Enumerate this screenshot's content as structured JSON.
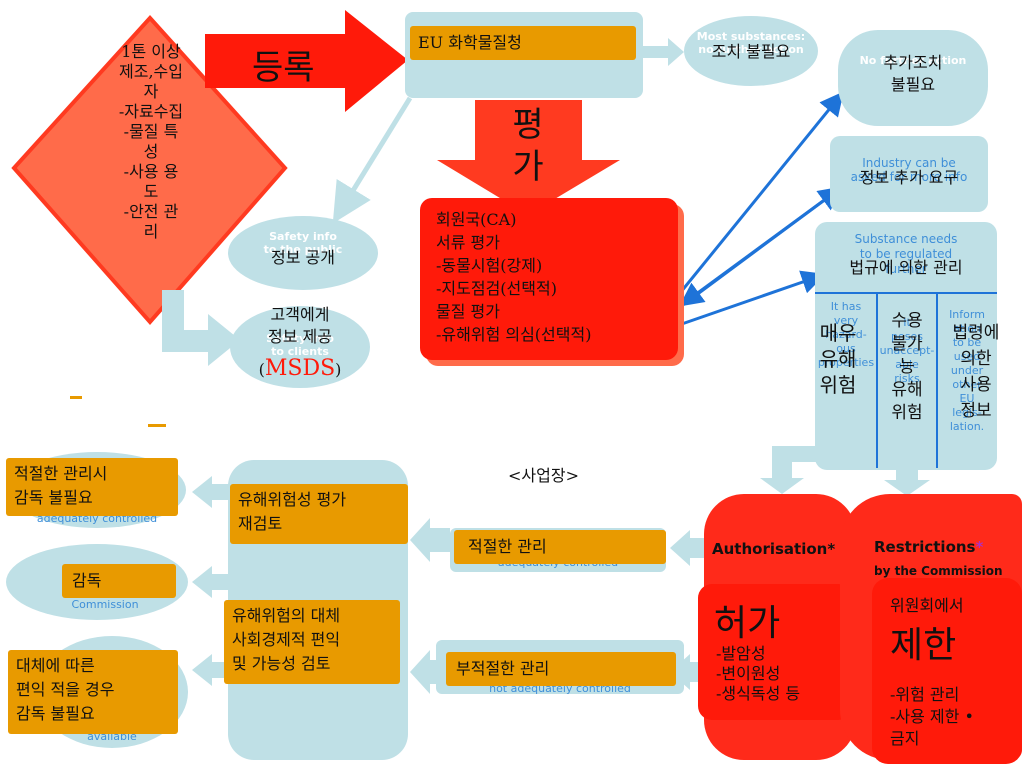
{
  "diamond": {
    "text": "1톤 이상\n제조,수입\n자\n-자료수집\n-물질 특\n성\n-사용 용\n도\n-안전 관\n리"
  },
  "registration": {
    "label": "등록"
  },
  "eu_agency": {
    "label": "EU 화학물질청"
  },
  "no_action_bubble": {
    "ghost": "Most substances:\nno further action",
    "label": "조치 불필요"
  },
  "no_further_action": {
    "ghost": "No further action",
    "label": "추가조치\n불필요"
  },
  "info_request": {
    "ghost": "Industry can be\nasked for more info",
    "label": "정보 추가 요구"
  },
  "managed_by_law": {
    "ghost": "Substance needs\nto be regulated\nfurther",
    "label": "법규에 의한 관리"
  },
  "sub_cols": [
    {
      "ghost": "It has\nvery\nhazard-\nous\nproperties",
      "label": "매우\n유해\n위험"
    },
    {
      "ghost": "It\nposes\nunaccept-\nable\nrisks",
      "label": "수용\n불가\n능\n유해\n위험"
    },
    {
      "ghost": "Inform\nation\nto be\nused\nunder\nother\nEU\nlegis-\nlation.",
      "label": "법령에\n의한\n사용\n정보"
    }
  ],
  "evaluation": {
    "label": "평\n가"
  },
  "member_state": {
    "label": "회원국(CA)\n서류 평가\n-동물시험(강제)\n-지도점검(선택적)\n물질 평가\n-유해위험 의심(선택적)"
  },
  "public_info": {
    "ghost": "Safety info\nto the public",
    "label": "정보 공개"
  },
  "clients_info": {
    "ghost": "Safety info\nto clients",
    "label": "고객에게\n정보 제공",
    "paren_open": "(",
    "msds": "MSDS",
    "paren_close": ")"
  },
  "workplace": {
    "label": "<사업장>"
  },
  "adequate_supervision": {
    "ghost": "adequately controlled",
    "label": "적절한 관리시\n감독 불필요"
  },
  "supervision": {
    "ghost": "Commission",
    "label": "감독"
  },
  "alternative_supervision": {
    "ghost": "available",
    "label": "대체에 따른\n편익 적을 경우\n감독 불필요"
  },
  "hazard_review": {
    "label": "유해위험성 평가\n재검토"
  },
  "alternatives_review": {
    "label": "유해위험의 대체\n사회경제적 편익\n및 가능성 검토"
  },
  "adequate_mgmt": {
    "ghost": "adequately controlled",
    "label": "적절한 관리"
  },
  "inadequate_mgmt": {
    "ghost": "not adequately controlled",
    "label": "부적절한 관리"
  },
  "authorisation": {
    "header": "Authorisation",
    "star": "*",
    "title": "허가",
    "items": "-발암성\n-변이원성\n-생식독성 등"
  },
  "restrictions": {
    "header": "Restrictions",
    "star": "*",
    "sub": "by the Commission",
    "line1": "위원회에서",
    "title": "제한",
    "items": "-위험 관리\n-사용 제한 •\n 금지"
  },
  "colors": {
    "red": "#ff1a0a",
    "orange": "#e89a00",
    "light_blue": "#bfe0e6",
    "arrow_blue": "#1e73d8"
  }
}
